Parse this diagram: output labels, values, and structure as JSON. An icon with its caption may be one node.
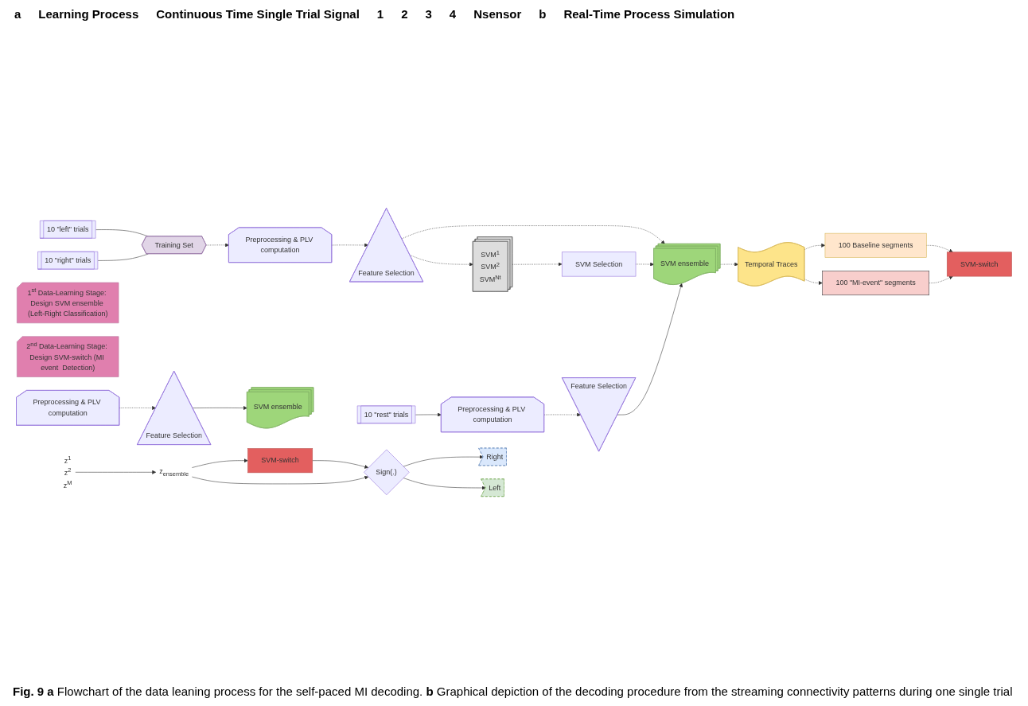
{
  "diagram": {
    "caption": "**Fig. 9 a** Flowchart of the data leaning process for the self-paced MI decoding. **b** Graphical depiction of the decoding procedure from the streaming connectivity patterns during one single trial",
    "nodes": [
      {
        "text": [
          "10 \"left\" trials"
        ]
      },
      {
        "text": [
          "10 \"right\" trials"
        ]
      },
      {
        "text": [
          "Training Set"
        ]
      },
      {
        "text": [
          "Preprocessing & PLV computation"
        ]
      },
      {
        "text": [
          "Feature Selection"
        ]
      },
      {
        "text": [
          "10 \"rest\" trials"
        ]
      },
      {
        "text": [
          "Preprocessing & PLV computation"
        ]
      },
      {
        "text": [
          "Feature Selection"
        ]
      },
      {
        "text": [
          "SVM ensemble"
        ]
      },
      {
        "text": [
          "SVM Selection"
        ]
      },
      {
        "text": [
          "SVM$^{1}$",
          "SVM$^{2}$",
          "SVM$^{Nt}$"
        ]
      },
      {
        "text": [
          "Temporal Traces"
        ]
      },
      {
        "text": [
          "100 Baseline segments"
        ]
      },
      {
        "text": [
          "100 \"MI-event\" segments"
        ]
      },
      {
        "text": [
          "SVM-switch"
        ]
      },
      {
        "text": [
          "1$^{st}$ Data-Learning Stage: Design SVM ensemble (Left-Right Classification)"
        ]
      },
      {
        "text": [
          "2$^{nd}$ Data-Learning Stage: Design SVM-switch (MI event  Detection)"
        ]
      },
      {
        "text": [
          "Preprocessing & PLV computation"
        ]
      },
      {
        "text": [
          "Feature Selection"
        ]
      },
      {
        "text": [
          "SVM ensemble"
        ]
      },
      {
        "text": [
          "z$^{1}$",
          "z$^{2}$",
          "z$^{M}$"
        ]
      },
      {
        "text": [
          "z$_{ensemble}$"
        ]
      },
      {
        "text": [
          "SVM-switch"
        ]
      },
      {
        "text": [
          "Sign(.)"
        ]
      },
      {
        "text": [
          "Right"
        ]
      },
      {
        "text": [
          "Left"
        ]
      }
    ],
    "edges": [
      {
        "from": 0,
        "to": 2,
        "arrow": "none"
      },
      {
        "from": 1,
        "to": 2,
        "arrow": "none"
      },
      {
        "from": 2,
        "to": 3,
        "arrow": "to",
        "style": "dashed"
      },
      {
        "from": 3,
        "to": 4,
        "arrow": "to",
        "style": "dashed"
      },
      {
        "from": 4,
        "to": 8,
        "arrow": "to",
        "style": "dashed"
      },
      {
        "from": 4,
        "to": 10,
        "arrow": "to",
        "style": "dashed"
      },
      {
        "from": 5,
        "to": 6,
        "arrow": "to"
      },
      {
        "from": 6,
        "to": 7,
        "arrow": "to",
        "style": "dashed"
      },
      {
        "from": 7,
        "to": 8,
        "arrow": "to"
      },
      {
        "from": 10,
        "to": 9,
        "arrow": "to",
        "style": "dashed"
      },
      {
        "from": 9,
        "to": 8,
        "arrow": "to",
        "style": "dashed"
      },
      {
        "from": 8,
        "to": 11,
        "arrow": "to",
        "style": "dashed"
      },
      {
        "from": 11,
        "to": 12,
        "arrow": "to",
        "style": "dashed"
      },
      {
        "from": 11,
        "to": 13,
        "arrow": "to",
        "style": "dashed"
      },
      {
        "from": 12,
        "to": 14,
        "arrow": "to",
        "style": "dashed"
      },
      {
        "from": 13,
        "to": 14,
        "arrow": "to",
        "style": "dashed"
      },
      {
        "from": 17,
        "to": 18,
        "arrow": "to",
        "style": "dashed"
      },
      {
        "from": 18,
        "to": 19,
        "arrow": "to"
      },
      {
        "from": 20,
        "to": 21,
        "arrow": "to"
      },
      {
        "from": 21,
        "to": 22,
        "arrow": "to"
      },
      {
        "from": 21,
        "to": 23,
        "arrow": "to"
      },
      {
        "from": 22,
        "to": 23,
        "arrow": "to"
      },
      {
        "from": 23,
        "to": 24,
        "arrow": "to"
      },
      {
        "from": 23,
        "to": 25,
        "arrow": "to"
      }
    ],
    "labels": [
      "a",
      "Learning Process",
      "Continuous Time Single Trial Signal",
      "1",
      "2",
      "3",
      "4",
      "Nsensor",
      "b",
      "Real-Time Process Simulation"
    ]
  }
}
